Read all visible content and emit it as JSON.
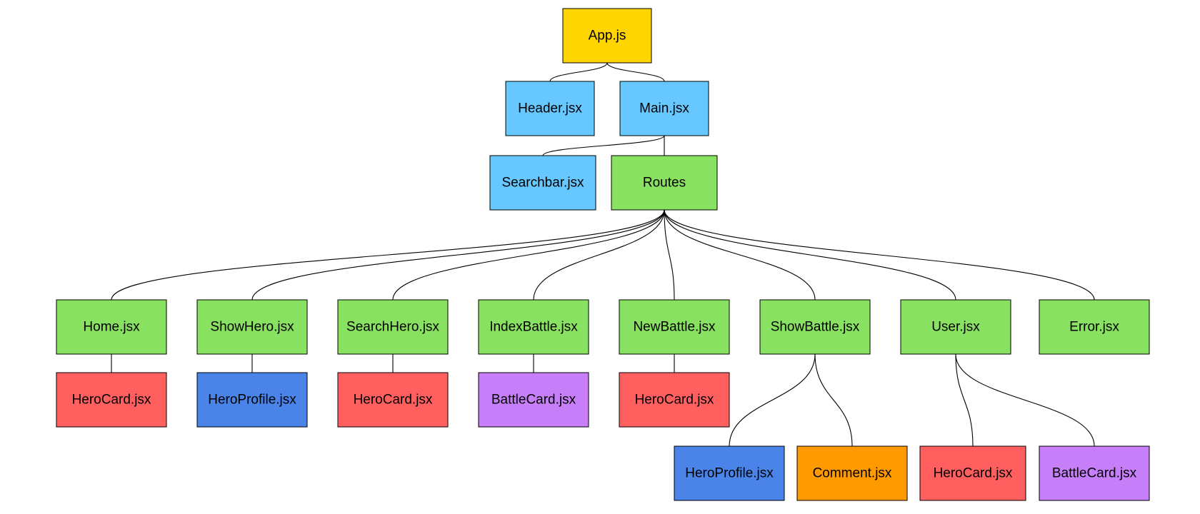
{
  "colors": {
    "yellow": "#ffd500",
    "light_blue": "#66c8ff",
    "green": "#88e160",
    "red": "#ff5f5f",
    "blue": "#4a84e8",
    "purple": "#c77ff9",
    "orange": "#ff9a00",
    "line": "#000000"
  },
  "nodes": [
    {
      "id": "app",
      "label": "App.js",
      "color": "yellow"
    },
    {
      "id": "header",
      "label": "Header.jsx",
      "color": "light_blue"
    },
    {
      "id": "main",
      "label": "Main.jsx",
      "color": "light_blue"
    },
    {
      "id": "searchbar",
      "label": "Searchbar.jsx",
      "color": "light_blue"
    },
    {
      "id": "routes",
      "label": "Routes",
      "color": "green"
    },
    {
      "id": "home",
      "label": "Home.jsx",
      "color": "green"
    },
    {
      "id": "showhero",
      "label": "ShowHero.jsx",
      "color": "green"
    },
    {
      "id": "searchhero",
      "label": "SearchHero.jsx",
      "color": "green"
    },
    {
      "id": "indexbattle",
      "label": "IndexBattle.jsx",
      "color": "green"
    },
    {
      "id": "newbattle",
      "label": "NewBattle.jsx",
      "color": "green"
    },
    {
      "id": "showbattle",
      "label": "ShowBattle.jsx",
      "color": "green"
    },
    {
      "id": "user",
      "label": "User.jsx",
      "color": "green"
    },
    {
      "id": "error",
      "label": "Error.jsx",
      "color": "green"
    },
    {
      "id": "home_herocard",
      "label": "HeroCard.jsx",
      "color": "red"
    },
    {
      "id": "showhero_heroprofile",
      "label": "HeroProfile.jsx",
      "color": "blue"
    },
    {
      "id": "searchhero_herocard",
      "label": "HeroCard.jsx",
      "color": "red"
    },
    {
      "id": "indexbattle_battlecard",
      "label": "BattleCard.jsx",
      "color": "purple"
    },
    {
      "id": "newbattle_herocard",
      "label": "HeroCard.jsx",
      "color": "red"
    },
    {
      "id": "showbattle_heroprofile",
      "label": "HeroProfile.jsx",
      "color": "blue"
    },
    {
      "id": "showbattle_comment",
      "label": "Comment.jsx",
      "color": "orange"
    },
    {
      "id": "user_herocard",
      "label": "HeroCard.jsx",
      "color": "red"
    },
    {
      "id": "user_battlecard",
      "label": "BattleCard.jsx",
      "color": "purple"
    }
  ],
  "edges": [
    [
      "app",
      "header"
    ],
    [
      "app",
      "main"
    ],
    [
      "main",
      "searchbar"
    ],
    [
      "main",
      "routes"
    ],
    [
      "routes",
      "home"
    ],
    [
      "routes",
      "showhero"
    ],
    [
      "routes",
      "searchhero"
    ],
    [
      "routes",
      "indexbattle"
    ],
    [
      "routes",
      "newbattle"
    ],
    [
      "routes",
      "showbattle"
    ],
    [
      "routes",
      "user"
    ],
    [
      "routes",
      "error"
    ],
    [
      "home",
      "home_herocard"
    ],
    [
      "showhero",
      "showhero_heroprofile"
    ],
    [
      "searchhero",
      "searchhero_herocard"
    ],
    [
      "indexbattle",
      "indexbattle_battlecard"
    ],
    [
      "newbattle",
      "newbattle_herocard"
    ],
    [
      "showbattle",
      "showbattle_heroprofile"
    ],
    [
      "showbattle",
      "showbattle_comment"
    ],
    [
      "user",
      "user_herocard"
    ],
    [
      "user",
      "user_battlecard"
    ]
  ]
}
